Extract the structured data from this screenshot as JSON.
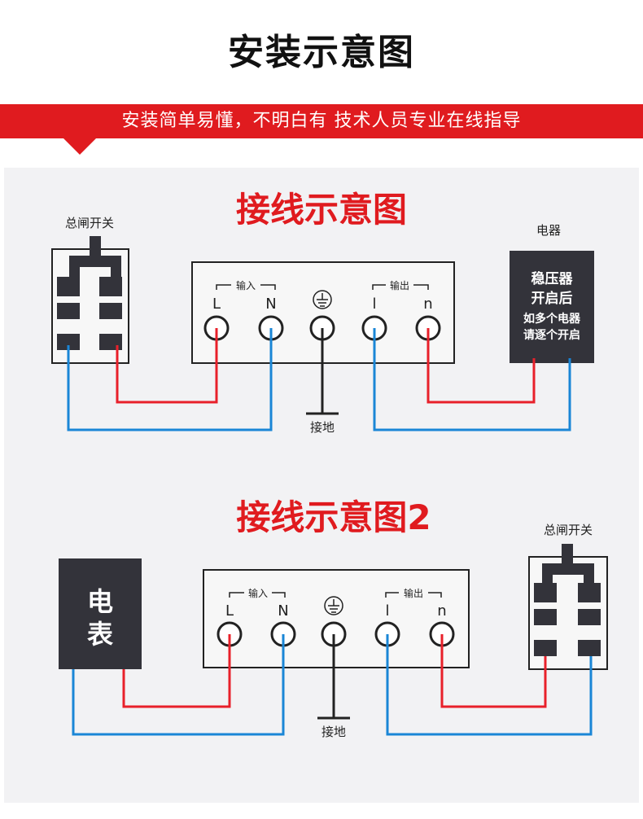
{
  "page": {
    "title": "安装示意图",
    "banner": "安装简单易懂，不明白有 技术人员专业在线指导"
  },
  "diagram1": {
    "heading": "接线示意图",
    "switch_label": "总闸开关",
    "appliance_label": "电器",
    "stabilizer_lines": [
      "稳压器",
      "开启后",
      "如多个电器",
      "请逐个开启"
    ],
    "input_label": "输入",
    "output_label": "输出",
    "terminals": [
      "L",
      "N",
      "⏚",
      "l",
      "n"
    ],
    "ground_label": "接地"
  },
  "diagram2": {
    "heading": "接线示意图2",
    "meter_lines": [
      "电",
      "表"
    ],
    "switch_label": "总闸开关",
    "input_label": "输入",
    "output_label": "输出",
    "terminals": [
      "L",
      "N",
      "⏚",
      "l",
      "n"
    ],
    "ground_label": "接地"
  },
  "colors": {
    "live": "#e8202a",
    "neutral": "#1a86d6",
    "accent": "#e01b1f",
    "dark_box": "#33333a"
  }
}
